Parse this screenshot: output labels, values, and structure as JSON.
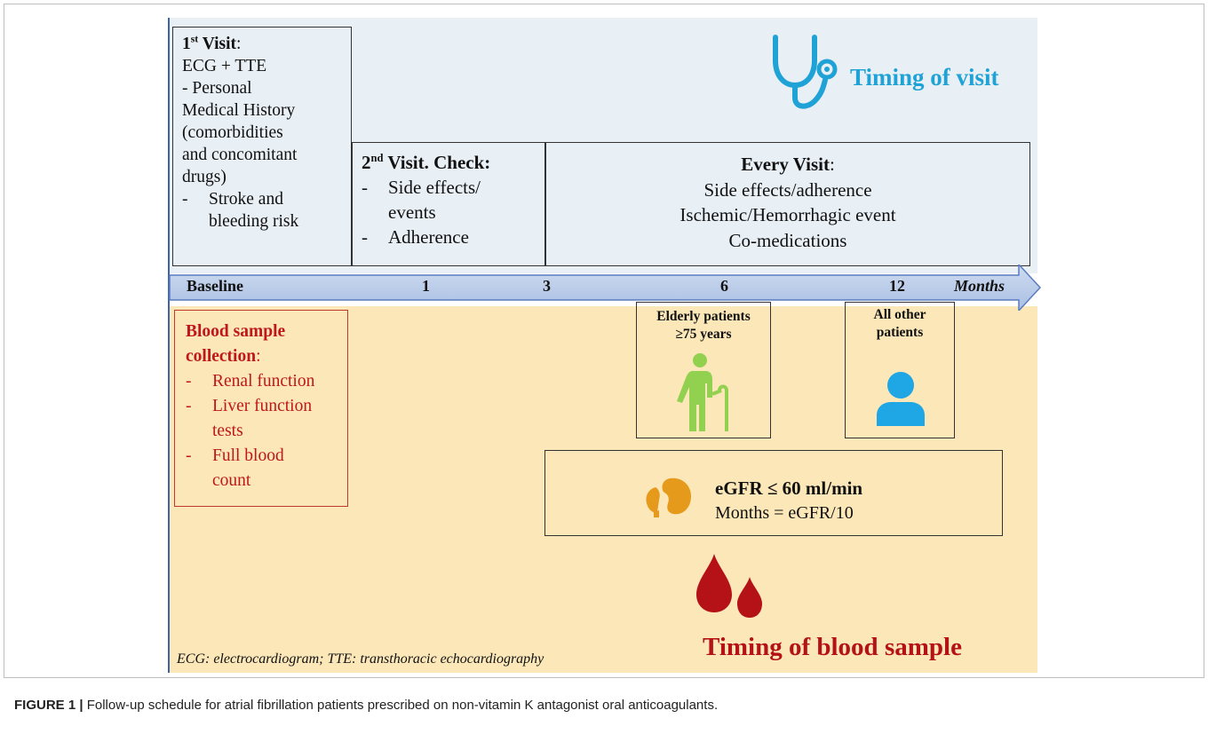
{
  "visit1": {
    "title_main": "1",
    "title_sup": "st",
    "title_rest": " Visit",
    "title_colon": ":",
    "line1": "ECG + TTE",
    "line2": "- Personal",
    "line3": "Medical History",
    "line4": "(comorbidities",
    "line5": "and concomitant",
    "line6": "drugs)",
    "line7_dash": "-",
    "line7": "Stroke and",
    "line8": "bleeding risk"
  },
  "visit2": {
    "title_main": "2",
    "title_sup": "nd",
    "title_rest": " Visit. Check:",
    "item1_dash": "-",
    "item1a": "Side effects/",
    "item1b": "events",
    "item2_dash": "-",
    "item2": "Adherence"
  },
  "every_visit": {
    "title": "Every Visit",
    "title_colon": ":",
    "line1": "Side effects/adherence",
    "line2": "Ischemic/Hemorrhagic event",
    "line3": "Co-medications"
  },
  "timing_of_visit": "Timing of visit",
  "timeline": {
    "baseline": "Baseline",
    "t1": "1",
    "t3": "3",
    "t6": "6",
    "t12": "12",
    "unit": "Months",
    "arrow_color": "#b4c7e7"
  },
  "blood_sample": {
    "title_a": "Blood sample",
    "title_b": "collection",
    "title_colon": ":",
    "dash": "-",
    "item1": "Renal function",
    "item2a": "Liver function",
    "item2b": "tests",
    "item3a": "Full blood",
    "item3b": "count"
  },
  "elderly": {
    "line1": "Elderly patients",
    "line2": "≥75 years"
  },
  "others": {
    "line1": "All other",
    "line2": "patients"
  },
  "egfr": {
    "title": "eGFR ≤ 60 ml/min",
    "subtitle": "Months = eGFR/10"
  },
  "footnote": "ECG: electrocardiogram; TTE: transthoracic echocardiography",
  "timing_of_blood": "Timing of blood sample",
  "caption": {
    "label": "FIGURE 1 |",
    "text": " Follow-up schedule for atrial fibrillation patients prescribed on non-vitamin K antagonist oral anticoagulants."
  },
  "colors": {
    "top_band": "#e8eff5",
    "bottom_band": "#fbe7b8",
    "visit_blue": "#1fa2d6",
    "blood_red": "#b51218",
    "elderly_green": "#92d050",
    "person_blue": "#1ea7e4",
    "kidney_orange": "#e69a1c"
  },
  "icons": [
    "stethoscope-icon",
    "elderly-person-icon",
    "person-icon",
    "kidney-icon",
    "blood-drop-icon"
  ]
}
